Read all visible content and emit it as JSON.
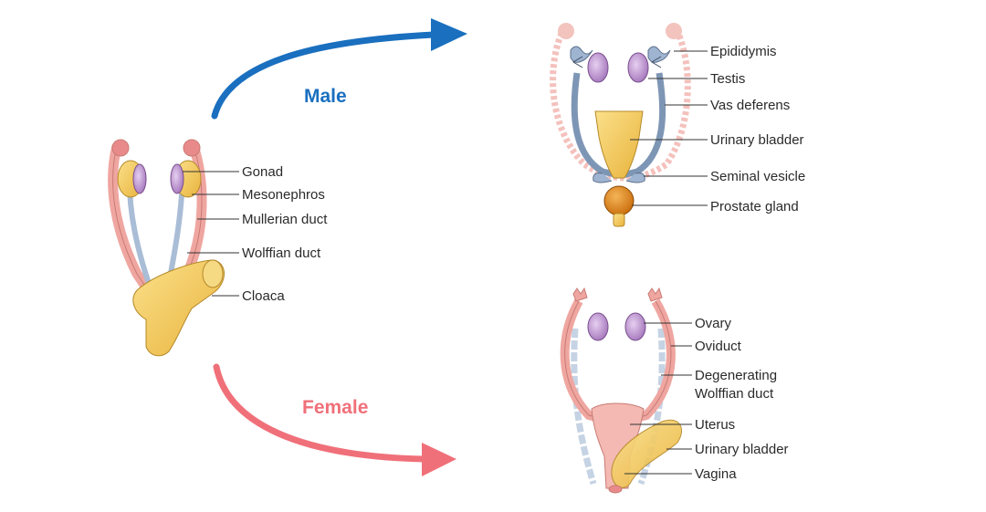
{
  "arrows": {
    "male": {
      "label": "Male",
      "color": "#1a6fbf"
    },
    "female": {
      "label": "Female",
      "color": "#f0707a"
    }
  },
  "indifferent": {
    "labels": [
      "Gonad",
      "Mesonephros",
      "Mullerian duct",
      "Wolffian duct",
      "Cloaca"
    ]
  },
  "male": {
    "labels": [
      "Epididymis",
      "Testis",
      "Vas deferens",
      "Urinary bladder",
      "Seminal vesicle",
      "Prostate gland"
    ]
  },
  "female": {
    "labels": [
      "Ovary",
      "Oviduct",
      "Degenerating",
      "Wolffian duct",
      "Uterus",
      "Urinary bladder",
      "Vagina"
    ]
  },
  "colors": {
    "duct_pink": "#efa6a0",
    "duct_pink_dark": "#c97a74",
    "gonad_purple": "#b98ac9",
    "mesonephros_yellow": "#f5c95c",
    "cloaca_yellow": "#f2c85a",
    "prostate_orange": "#e08a1e",
    "wolffian_blue": "#a9bdd6"
  }
}
